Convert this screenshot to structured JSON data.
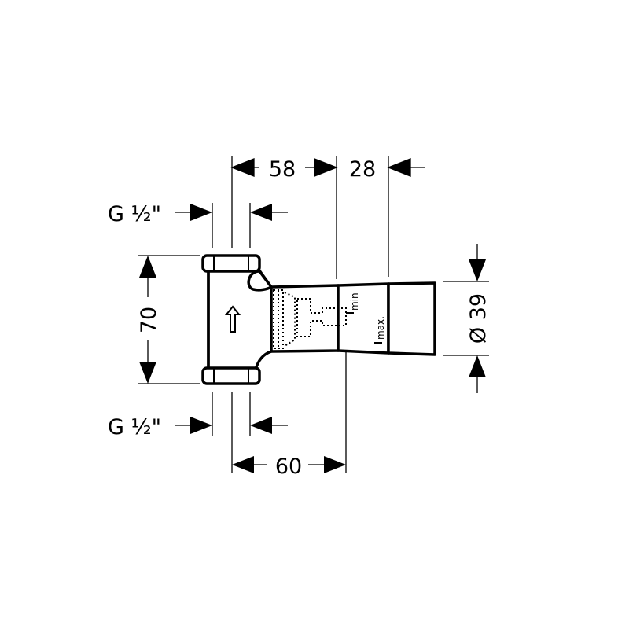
{
  "dimensions": {
    "width_58": "58",
    "width_28": "28",
    "width_60": "60",
    "height_70": "70",
    "diameter_39": "Ø 39",
    "thread_top": "G ½\"",
    "thread_bottom": "G ½\""
  },
  "labels": {
    "min": "min",
    "max": "max."
  },
  "colors": {
    "line": "#000000",
    "background": "#ffffff"
  }
}
